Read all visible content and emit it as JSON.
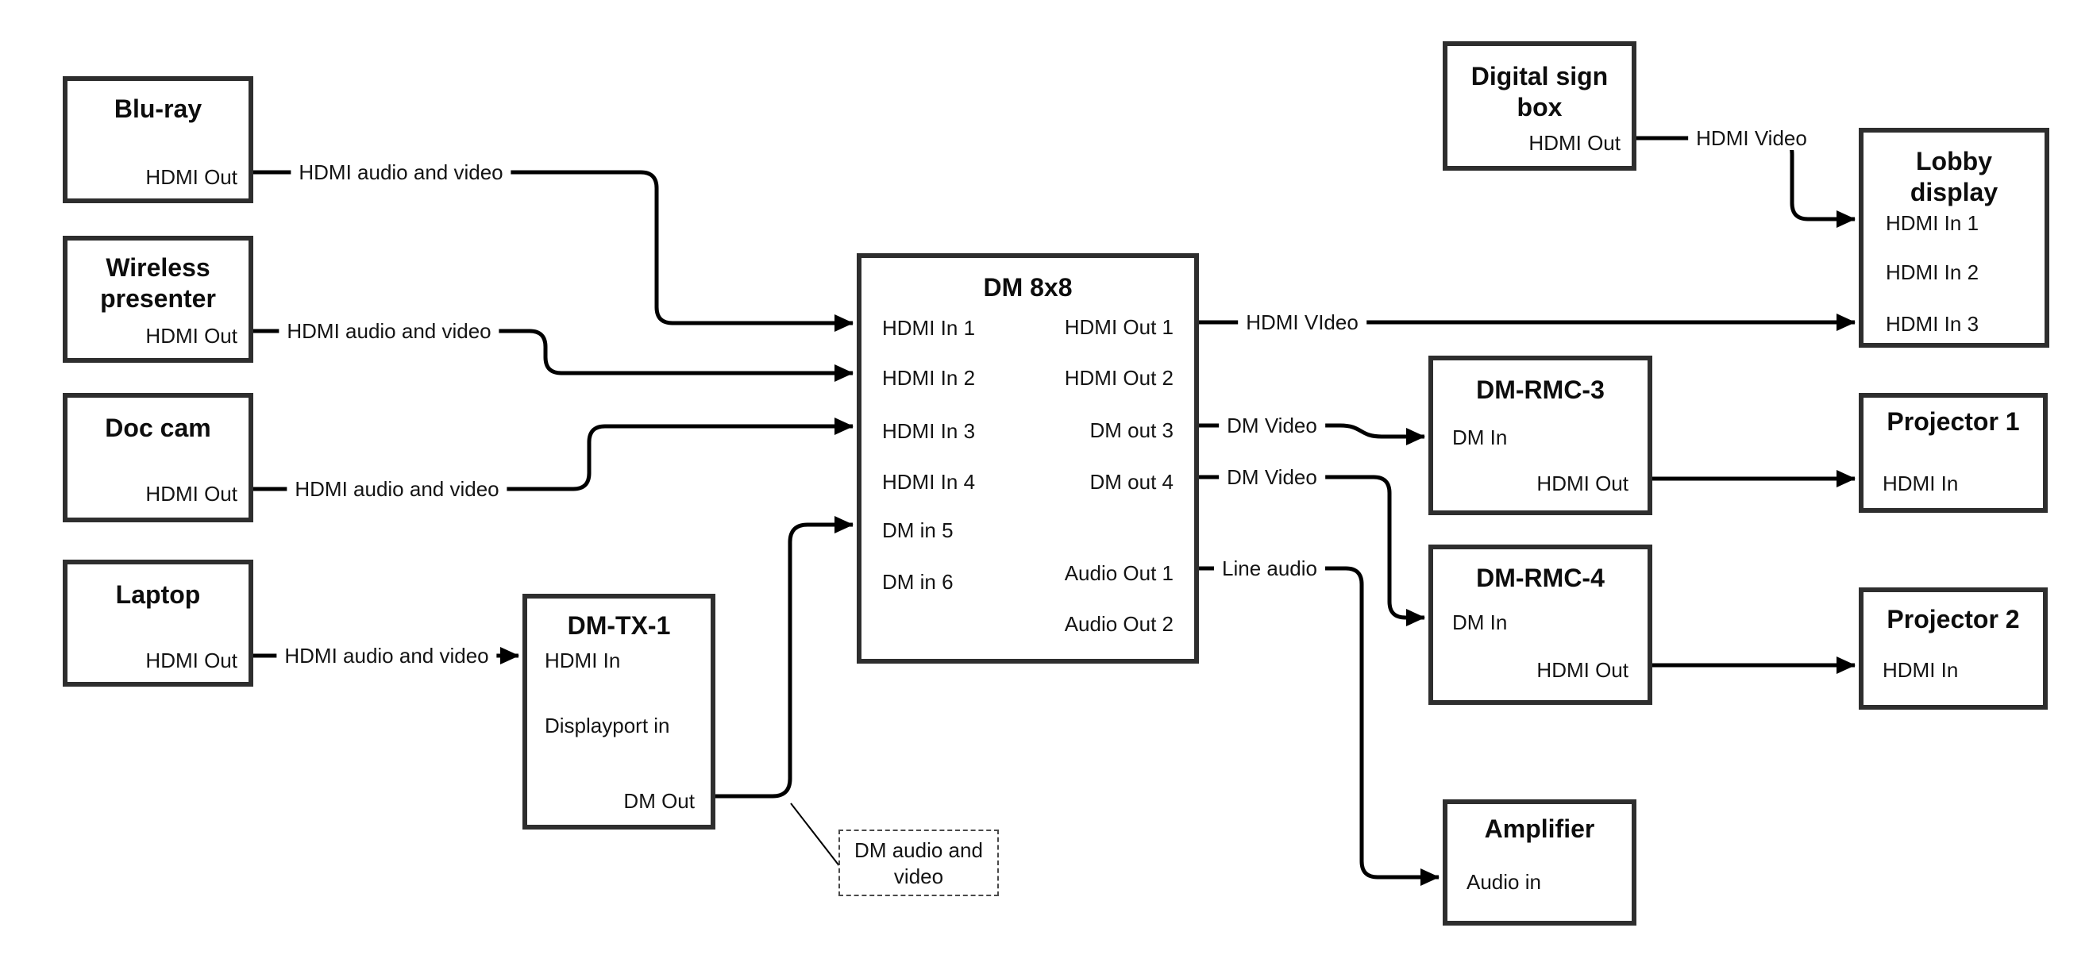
{
  "diagram": {
    "type": "av-signal-flow",
    "colors": {
      "background": "#ffffff",
      "box_border": "#2e2e2e",
      "wire": "#000000",
      "text": "#141414"
    }
  },
  "nodes": {
    "bluray": {
      "title": "Blu-ray",
      "ports": {
        "out": "HDMI Out"
      }
    },
    "wireless": {
      "title": "Wireless presenter",
      "ports": {
        "out": "HDMI Out"
      }
    },
    "doccam": {
      "title": "Doc cam",
      "ports": {
        "out": "HDMI Out"
      }
    },
    "laptop": {
      "title": "Laptop",
      "ports": {
        "out": "HDMI Out"
      }
    },
    "dmtx1": {
      "title": "DM-TX-1",
      "ports": {
        "hdmi_in": "HDMI In",
        "dp_in": "Displayport in",
        "dm_out": "DM Out"
      }
    },
    "dm8x8": {
      "title": "DM 8x8",
      "ports": {
        "in1": "HDMI In 1",
        "in2": "HDMI In 2",
        "in3": "HDMI In 3",
        "in4": "HDMI In 4",
        "in5": "DM in 5",
        "in6": "DM in 6",
        "out1": "HDMI Out 1",
        "out2": "HDMI Out 2",
        "out3": "DM out 3",
        "out4": "DM out 4",
        "aout1": "Audio Out 1",
        "aout2": "Audio Out 2"
      }
    },
    "digital_sign": {
      "title": "Digital sign box",
      "ports": {
        "out": "HDMI Out"
      }
    },
    "lobby": {
      "title": "Lobby display",
      "ports": {
        "in1": "HDMI In 1",
        "in2": "HDMI In 2",
        "in3": "HDMI In 3"
      }
    },
    "dmrmc3": {
      "title": "DM-RMC-3",
      "ports": {
        "dm_in": "DM In",
        "hdmi_out": "HDMI Out"
      }
    },
    "proj1": {
      "title": "Projector 1",
      "ports": {
        "in": "HDMI In"
      }
    },
    "dmrmc4": {
      "title": "DM-RMC-4",
      "ports": {
        "dm_in": "DM In",
        "hdmi_out": "HDMI Out"
      }
    },
    "proj2": {
      "title": "Projector 2",
      "ports": {
        "in": "HDMI In"
      }
    },
    "amplifier": {
      "title": "Amplifier",
      "ports": {
        "in": "Audio in"
      }
    }
  },
  "edges": [
    {
      "from": "Blu-ray HDMI Out",
      "to": "DM 8x8 HDMI In 1",
      "label": "HDMI audio and video"
    },
    {
      "from": "Wireless presenter HDMI Out",
      "to": "DM 8x8 HDMI In 2",
      "label": "HDMI audio and video"
    },
    {
      "from": "Doc cam HDMI Out",
      "to": "DM 8x8 HDMI In 3",
      "label": "HDMI audio and video"
    },
    {
      "from": "Laptop HDMI Out",
      "to": "DM-TX-1 HDMI In",
      "label": "HDMI audio and video"
    },
    {
      "from": "DM-TX-1 DM Out",
      "to": "DM 8x8 DM in 5",
      "label": ""
    },
    {
      "from": "Digital sign box HDMI Out",
      "to": "Lobby display HDMI In 1",
      "label": "HDMI Video"
    },
    {
      "from": "DM 8x8 HDMI Out 1",
      "to": "Lobby display HDMI In 3",
      "label": "HDMI VIdeo"
    },
    {
      "from": "DM 8x8 DM out 3",
      "to": "DM-RMC-3 DM In",
      "label": "DM Video"
    },
    {
      "from": "DM 8x8 DM out 4",
      "to": "DM-RMC-4 DM In",
      "label": "DM Video"
    },
    {
      "from": "DM 8x8 Audio Out 1",
      "to": "Amplifier Audio in",
      "label": "Line audio"
    },
    {
      "from": "DM-RMC-3 HDMI Out",
      "to": "Projector 1 HDMI In",
      "label": ""
    },
    {
      "from": "DM-RMC-4 HDMI Out",
      "to": "Projector 2 HDMI In",
      "label": ""
    }
  ],
  "note": {
    "text": "DM audio and video"
  }
}
